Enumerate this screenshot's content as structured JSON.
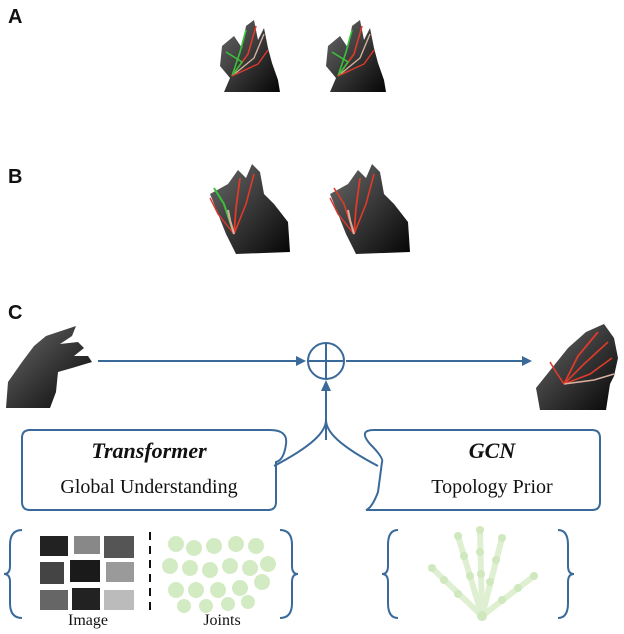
{
  "panels": {
    "a": "A",
    "b": "B",
    "c": "C"
  },
  "transformer": {
    "title": "Transformer",
    "subtitle": "Global Understanding"
  },
  "gcn": {
    "title": "GCN",
    "subtitle": "Topology Prior"
  },
  "inputs": {
    "image_label": "Image",
    "joints_label": "Joints"
  },
  "colors": {
    "arrow": "#3a6a9a",
    "joint_fill": "#d3ebc3",
    "skeleton": "#dff0d2",
    "pose_red": "#e03a2a",
    "pose_green": "#3cc03c"
  },
  "icons": [
    "depth-hand-image",
    "hand-pose-overlay",
    "sum-operator-icon",
    "image-patches-icon",
    "joint-tokens-icon",
    "hand-skeleton-icon"
  ]
}
